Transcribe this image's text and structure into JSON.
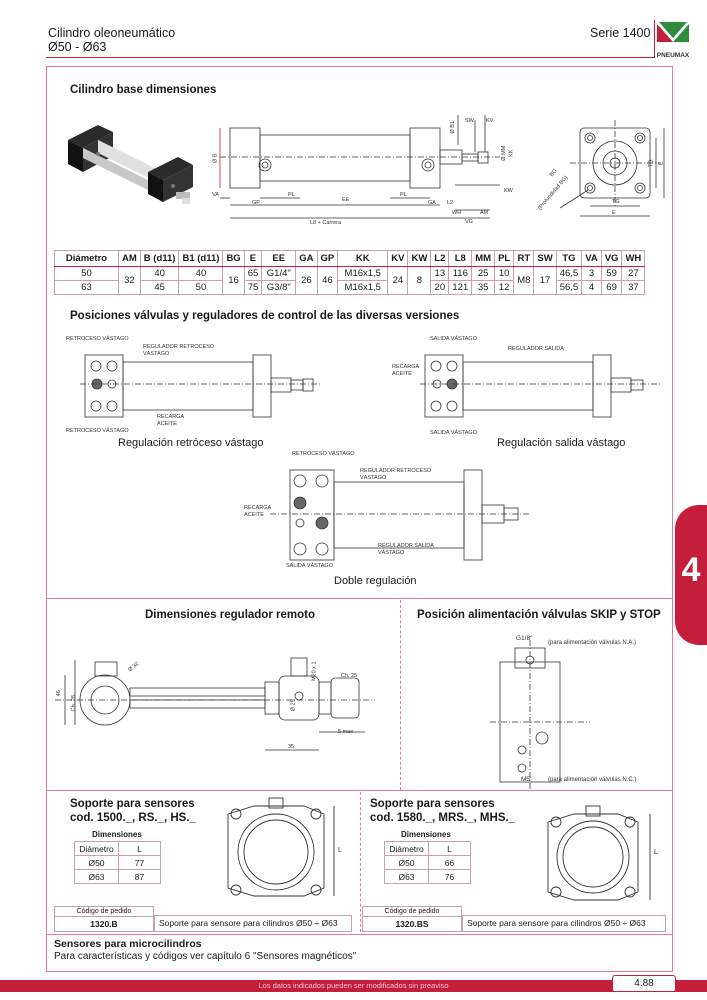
{
  "header": {
    "title_line1": "Cilindro oleoneumático",
    "title_line2": "Ø50 - Ø63",
    "serie": "Serie 1400",
    "logo_text": "PNEUMAX"
  },
  "chapter": "4",
  "base": {
    "title": "Cilindro base dimensiones",
    "labels": {
      "b1": "Ø B1",
      "sw": "SW",
      "kv": "KV",
      "b": "Ø B",
      "mm": "Ø MM",
      "kk": "KK",
      "va": "VA",
      "pl": "PL",
      "ee": "EE",
      "gp": "GP",
      "ga": "GA",
      "l2": "L2",
      "kw": "KW",
      "wh": "WH",
      "am": "AM",
      "vg": "VG",
      "l8": "L8 + Carrera",
      "bg": "BG",
      "rt": "RT",
      "prof": "(Profundidad BG)",
      "tg": "TG",
      "e": "E"
    }
  },
  "dimensions_table": {
    "headers": [
      "Diámetro",
      "AM",
      "B (d11)",
      "B1 (d11)",
      "BG",
      "E",
      "EE",
      "GA",
      "GP",
      "KK",
      "KV",
      "KW",
      "L2",
      "L8",
      "MM",
      "PL",
      "RT",
      "SW",
      "TG",
      "VA",
      "VG",
      "WH"
    ],
    "row50": {
      "d": "50",
      "b": "40",
      "b1": "40",
      "e": "65",
      "ee": "G1/4\"",
      "kk": "M16x1,5",
      "l2": "13",
      "l8": "116",
      "mm": "25",
      "pl": "10",
      "tg": "46,5",
      "va": "3",
      "vg": "59",
      "wh": "27"
    },
    "row63": {
      "d": "63",
      "b": "45",
      "b1": "50",
      "e": "75",
      "ee": "G3/8\"",
      "kk": "M16x1,5",
      "l2": "20",
      "l8": "121",
      "mm": "35",
      "pl": "12",
      "tg": "56,5",
      "va": "4",
      "vg": "69",
      "wh": "37"
    },
    "shared": {
      "am": "32",
      "bg": "16",
      "ga": "26",
      "gp": "46",
      "kv": "24",
      "kw": "8",
      "rt": "M8",
      "sw": "17"
    }
  },
  "valves": {
    "title": "Posiciones válvulas y reguladores de control de las diversas versiones",
    "retroceso_vastago": "RETROCESO VÁSTAGO",
    "regulador_retroceso": "REGULADOR RETROCESO",
    "vastago": "VÁSTAGO",
    "recarga": "RECARGA",
    "aceite": "ACEITE",
    "salida_vastago": "SALIDA VÁSTAGO",
    "regulador_salida": "REGULADOR SALIDA",
    "caption_left": "Regulación retróceso vástago",
    "caption_right": "Regulación salida vástago",
    "caption_center": "Doble regulación"
  },
  "remote": {
    "title": "Dimensiones regulador remoto",
    "labels": {
      "d32": "Ø 32",
      "m20": "M20 x 1",
      "ch25": "Ch. 25",
      "d25": "Ø 25",
      "max5": "5 max",
      "d35": "35",
      "d46": "46",
      "ch28": "Ch. 28"
    }
  },
  "skip": {
    "title": "Posición alimentación válvulas SKIP y STOP",
    "g18": "G1/8\"",
    "na": "(para alimentación válvulas N.A.)",
    "m5": "M5",
    "nc": "(para alimentación válvulas N.C.)"
  },
  "support_left": {
    "title1": "Soporte para sensores",
    "title2": "cod. 1500._, RS._, HS._",
    "dims_label": "Dimensiones",
    "col_d": "Diámetro",
    "col_l": "L",
    "rows": [
      {
        "d": "Ø50",
        "l": "77"
      },
      {
        "d": "Ø63",
        "l": "87"
      }
    ],
    "order_label": "Código de pedido",
    "code": "1320.B",
    "desc": "Soporte para sensore para cilindros Ø50 ÷ Ø63",
    "dim_l": "L"
  },
  "support_right": {
    "title1": "Soporte para sensores",
    "title2": "cod. 1580._, MRS._, MHS._",
    "dims_label": "Dimensiones",
    "col_d": "Diámetro",
    "col_l": "L",
    "rows": [
      {
        "d": "Ø50",
        "l": "66"
      },
      {
        "d": "Ø63",
        "l": "76"
      }
    ],
    "order_label": "Código de pedido",
    "code": "1320.BS",
    "desc": "Soporte para sensore para cilindros Ø50 ÷ Ø63",
    "dim_l": "L"
  },
  "micro": {
    "title": "Sensores para microcilindros",
    "text": "Para características y códigos ver capítulo 6 \"Sensores magnéticos\""
  },
  "footer": {
    "notice": "Los datos indicados pueden ser modificados sin preaviso",
    "page": "4.88"
  },
  "colors": {
    "accent": "#c41e3a",
    "frame": "#e37b95"
  }
}
